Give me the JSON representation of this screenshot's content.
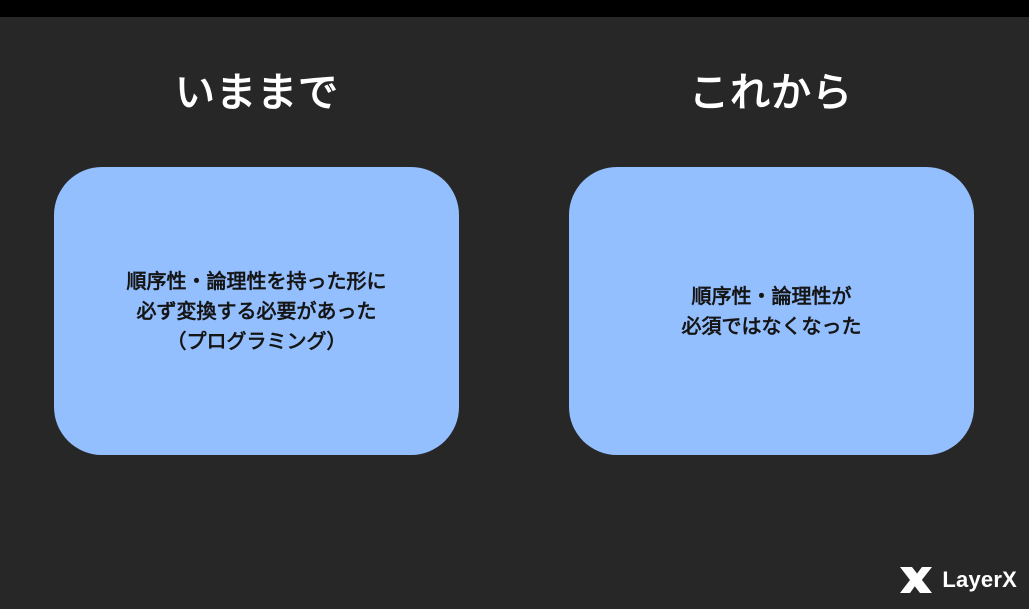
{
  "slide": {
    "left_column": {
      "heading": "いままで",
      "lines": [
        "順序性・論理性を持った形に",
        "必ず変換する必要があった",
        "（プログラミング）"
      ]
    },
    "right_column": {
      "heading": "これから",
      "lines": [
        "順序性・論理性が",
        "必須ではなくなった"
      ]
    }
  },
  "logo": {
    "text": "LayerX",
    "icon": "layerx-logo-icon"
  },
  "colors": {
    "background": "#272727",
    "card": "#94bfff",
    "heading_text": "#ffffff",
    "card_text": "#151515"
  }
}
